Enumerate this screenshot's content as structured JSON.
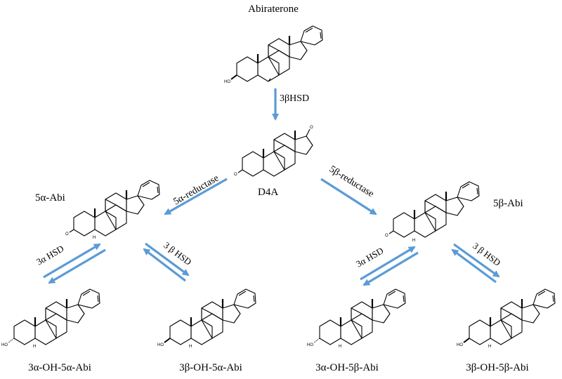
{
  "compounds": {
    "abiraterone": "Abiraterone",
    "d4a": "D4A",
    "abi_5a": "5α-Abi",
    "abi_5b": "5β-Abi",
    "oh3a_5a": "3α-OH-5α-Abi",
    "oh3b_5a": "3β-OH-5α-Abi",
    "oh3a_5b": "3α-OH-5β-Abi",
    "oh3b_5b": "3β-OH-5β-Abi"
  },
  "enzymes": {
    "hsd3b": "3βHSD",
    "reductase_5a": "5α-reductase",
    "reductase_5b": "5β-reductase",
    "hsd3a_left": "3α HSD",
    "hsd3b_left": "3 β HSD",
    "hsd3a_right": "3α HSD",
    "hsd3b_right": "3 β HSD"
  },
  "atoms": {
    "hydroxyl": "HO",
    "oxo": "O",
    "hydrogen": "H"
  },
  "colors": {
    "arrow": "#5b9bd5",
    "bond": "#000000"
  }
}
